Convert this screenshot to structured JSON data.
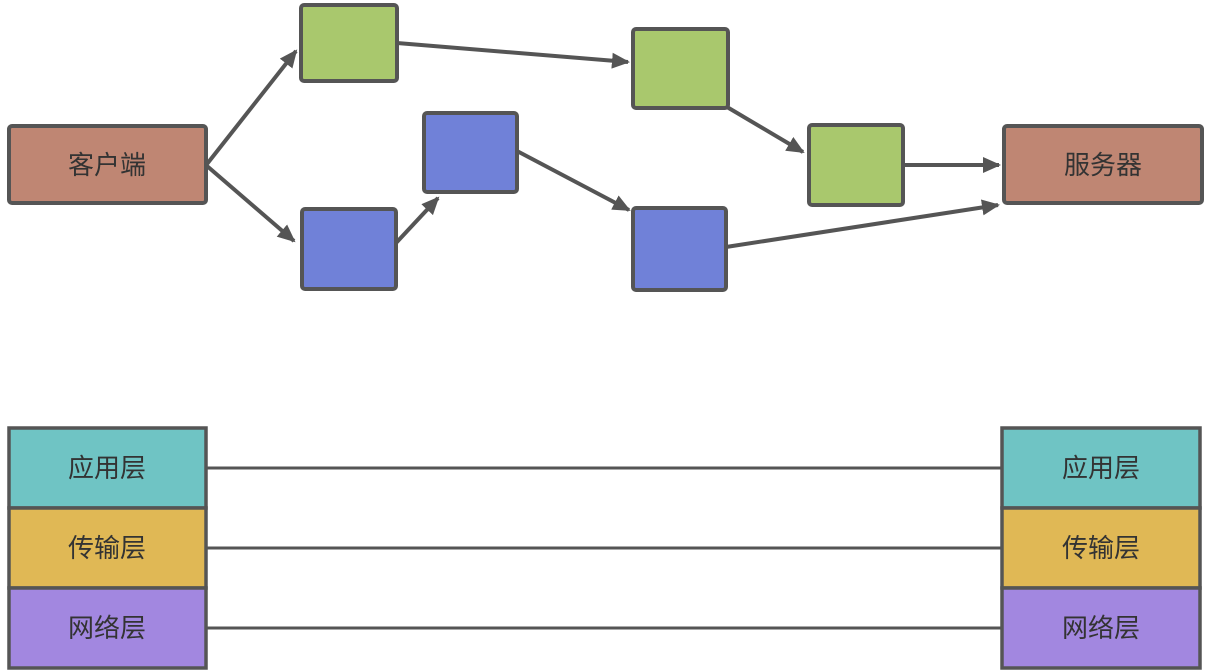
{
  "diagram": {
    "client_label": "客户端",
    "server_label": "服务器"
  },
  "layer_stacks": {
    "left": [
      "应用层",
      "传输层",
      "网络层"
    ],
    "right": [
      "应用层",
      "传输层",
      "网络层"
    ]
  },
  "colors": {
    "endpoint_fill": "#bf8673",
    "green_node_fill": "#a9c86d",
    "blue_node_fill": "#7081d8",
    "app_layer_fill": "#6fc4c4",
    "transport_layer_fill": "#e0b855",
    "network_layer_fill": "#a287e0",
    "stroke": "#555555",
    "label_text": "#333333"
  }
}
